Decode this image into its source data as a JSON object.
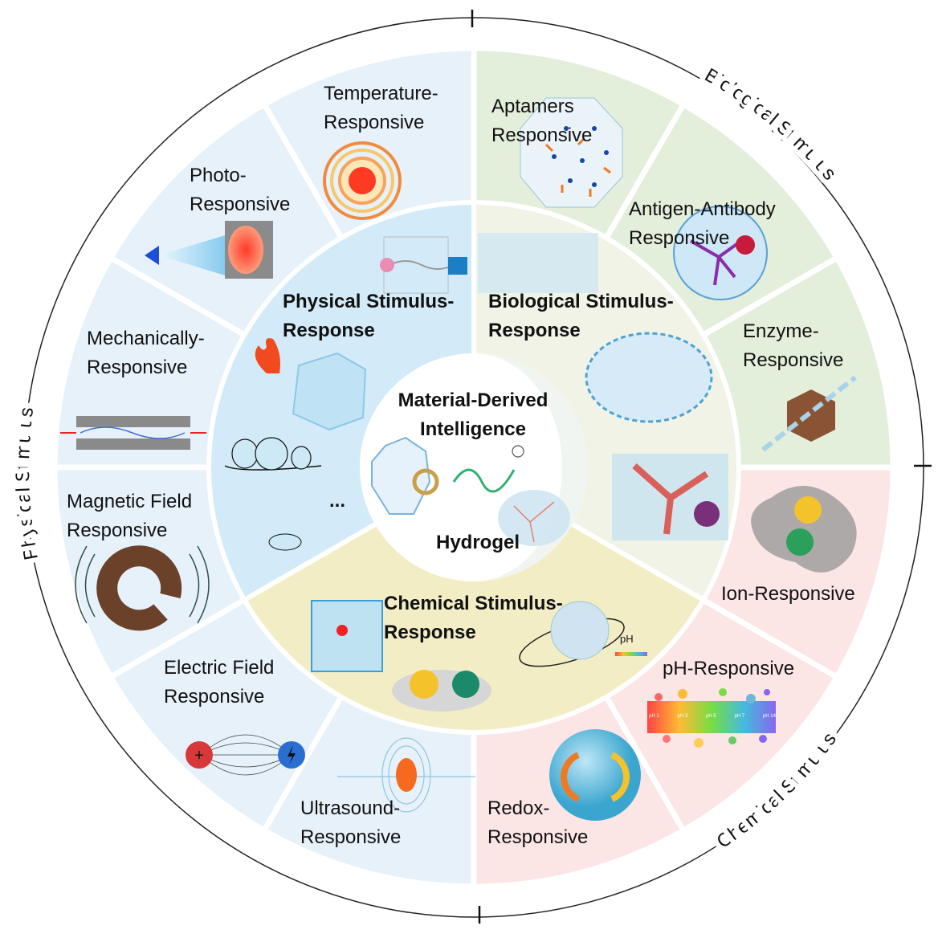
{
  "colors": {
    "physical_outer": "#e6f1fa",
    "physical_inner": "#d3ebf8",
    "biological_outer": "#e3eedb",
    "biological_inner": "#f1f3e7",
    "chemical_outer": "#fce5e5",
    "chemical_inner": "#f3edc6",
    "center": "#ffffff",
    "center_tint": "#eef3ee"
  },
  "ring_labels": {
    "physical": "Physical Stimulus",
    "biological": "Biological Stimulus",
    "chemical": "Chemical Stimulus"
  },
  "center": {
    "title_line1": "Material-Derived",
    "title_line2": "Intelligence",
    "subtitle": "Hydrogel"
  },
  "categories": {
    "physical": {
      "line1": "Physical Stimulus-",
      "line2": "Response"
    },
    "biological": {
      "line1": "Biological Stimulus-",
      "line2": "Response"
    },
    "chemical": {
      "line1": "Chemical Stimulus-",
      "line2": "Response"
    }
  },
  "sectors": [
    {
      "group": "physical",
      "line1": "Temperature-",
      "line2": "Responsive",
      "icon": "concentric-heat-icon"
    },
    {
      "group": "physical",
      "line1": "Photo-",
      "line2": "Responsive",
      "icon": "light-beam-icon"
    },
    {
      "group": "physical",
      "line1": "Mechanically-",
      "line2": "Responsive",
      "icon": "stretch-bar-icon"
    },
    {
      "group": "physical",
      "line1": "Magnetic Field",
      "line2": "Responsive",
      "icon": "magnet-icon"
    },
    {
      "group": "physical",
      "line1": "Electric Field",
      "line2": "Responsive",
      "icon": "electric-field-icon"
    },
    {
      "group": "physical",
      "line1": "Ultrasound-",
      "line2": "Responsive",
      "icon": "ultrasound-wave-icon"
    },
    {
      "group": "chemical",
      "line1": "Redox-",
      "line2": "Responsive",
      "icon": "redox-sphere-icon"
    },
    {
      "group": "chemical",
      "line1": "pH-Responsive",
      "line2": "",
      "icon": "ph-scale-icon"
    },
    {
      "group": "chemical",
      "line1": "Ion-Responsive",
      "line2": "",
      "icon": "ion-droplet-icon"
    },
    {
      "group": "biological",
      "line1": "Enzyme-",
      "line2": "Responsive",
      "icon": "enzyme-chain-icon"
    },
    {
      "group": "biological",
      "line1": "Antigen-Antibody",
      "line2": "Responsive",
      "icon": "antigen-sphere-icon"
    },
    {
      "group": "biological",
      "line1": "Aptamers",
      "line2": "Responsive",
      "icon": "aptamer-network-icon"
    }
  ],
  "ph_labels": [
    "pH 1",
    "pH 3",
    "pH 5",
    "pH 7",
    "pH 14"
  ],
  "chemical_inner_ph": "pH",
  "ellipsis": "..."
}
